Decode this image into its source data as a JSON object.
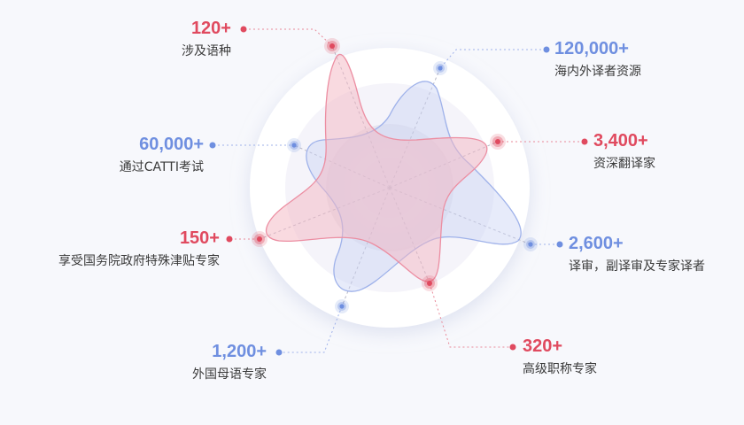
{
  "colors": {
    "red": "#e04a5f",
    "blue": "#6f8fe0",
    "red_fill": "#f4b5c2",
    "blue_fill": "#c9d3f4"
  },
  "stats": [
    {
      "value": "120+",
      "label": "涉及语种",
      "series": "red"
    },
    {
      "value": "120,000+",
      "label": "海内外译者资源",
      "series": "blue"
    },
    {
      "value": "3,400+",
      "label": "资深翻译家",
      "series": "red"
    },
    {
      "value": "2,600+",
      "label": "译审，副译审及专家译者",
      "series": "blue"
    },
    {
      "value": "320+",
      "label": "高级职称专家",
      "series": "red"
    },
    {
      "value": "1,200+",
      "label": "外国母语专家",
      "series": "blue"
    },
    {
      "value": "150+",
      "label": "享受国务院政府特殊津贴专家",
      "series": "red"
    },
    {
      "value": "60,000+",
      "label": "通过CATTI考试",
      "series": "blue"
    }
  ]
}
